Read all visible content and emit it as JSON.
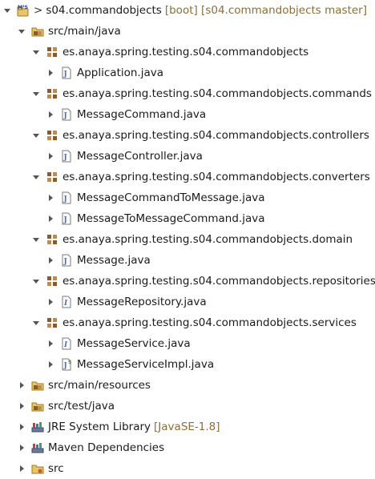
{
  "project": {
    "prefix": ">",
    "name": "s04.commandobjects",
    "decoration": "[boot] [s04.commandobjects master]"
  },
  "src_main_java": {
    "label": "src/main/java"
  },
  "packages": [
    {
      "name": "es.anaya.spring.testing.s04.commandobjects",
      "files": [
        "Application.java"
      ]
    },
    {
      "name": "es.anaya.spring.testing.s04.commandobjects.commands",
      "files": [
        "MessageCommand.java"
      ]
    },
    {
      "name": "es.anaya.spring.testing.s04.commandobjects.controllers",
      "files": [
        "MessageController.java"
      ]
    },
    {
      "name": "es.anaya.spring.testing.s04.commandobjects.converters",
      "files": [
        "MessageCommandToMessage.java",
        "MessageToMessageCommand.java"
      ]
    },
    {
      "name": "es.anaya.spring.testing.s04.commandobjects.domain",
      "files": [
        "Message.java"
      ]
    },
    {
      "name": "es.anaya.spring.testing.s04.commandobjects.repositories",
      "files": [
        "MessageRepository.java"
      ]
    },
    {
      "name": "es.anaya.spring.testing.s04.commandobjects.services",
      "files": [
        "MessageService.java",
        "MessageServiceImpl.java"
      ]
    }
  ],
  "bottom": {
    "resources": "src/main/resources",
    "test_java": "src/test/java",
    "jre": "JRE System Library",
    "jre_decoration": "[JavaSE-1.8]",
    "maven": "Maven Dependencies",
    "src": "src"
  },
  "icon_badge": "M³S",
  "colors": {
    "decoration": "#8a6e3a",
    "package": "#8b5a2b",
    "java_file": "#5a6fa8",
    "folder": "#e0b050"
  }
}
